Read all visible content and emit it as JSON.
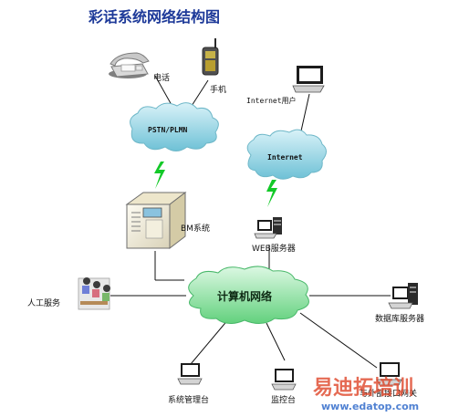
{
  "diagram": {
    "title": "彩话系统网络结构图",
    "nodes": {
      "phone": "电话",
      "mobile": "手机",
      "pstn": "PSTN/PLMN",
      "internet_user": "Internet用户",
      "internet": "Internet",
      "bm_system": "BM系统",
      "web_server": "WEB服务器",
      "core_network": "计算机网络",
      "manual_service": "人工服务",
      "db_server": "数据库服务器",
      "admin_station": "系统管理台",
      "monitor_station": "监控台",
      "gateway": "与外部接口网关"
    },
    "colors": {
      "title": "#1e3a99",
      "cloud_blue": "#8fd0df",
      "cloud_green": "#8fe0a2",
      "lightning": "#13c928",
      "line": "#111111",
      "watermark_red": "#e04a2e",
      "watermark_blue": "#2a66c9"
    }
  },
  "watermark": {
    "brand": "易迪拓培训",
    "url": "www.edatop.com"
  }
}
